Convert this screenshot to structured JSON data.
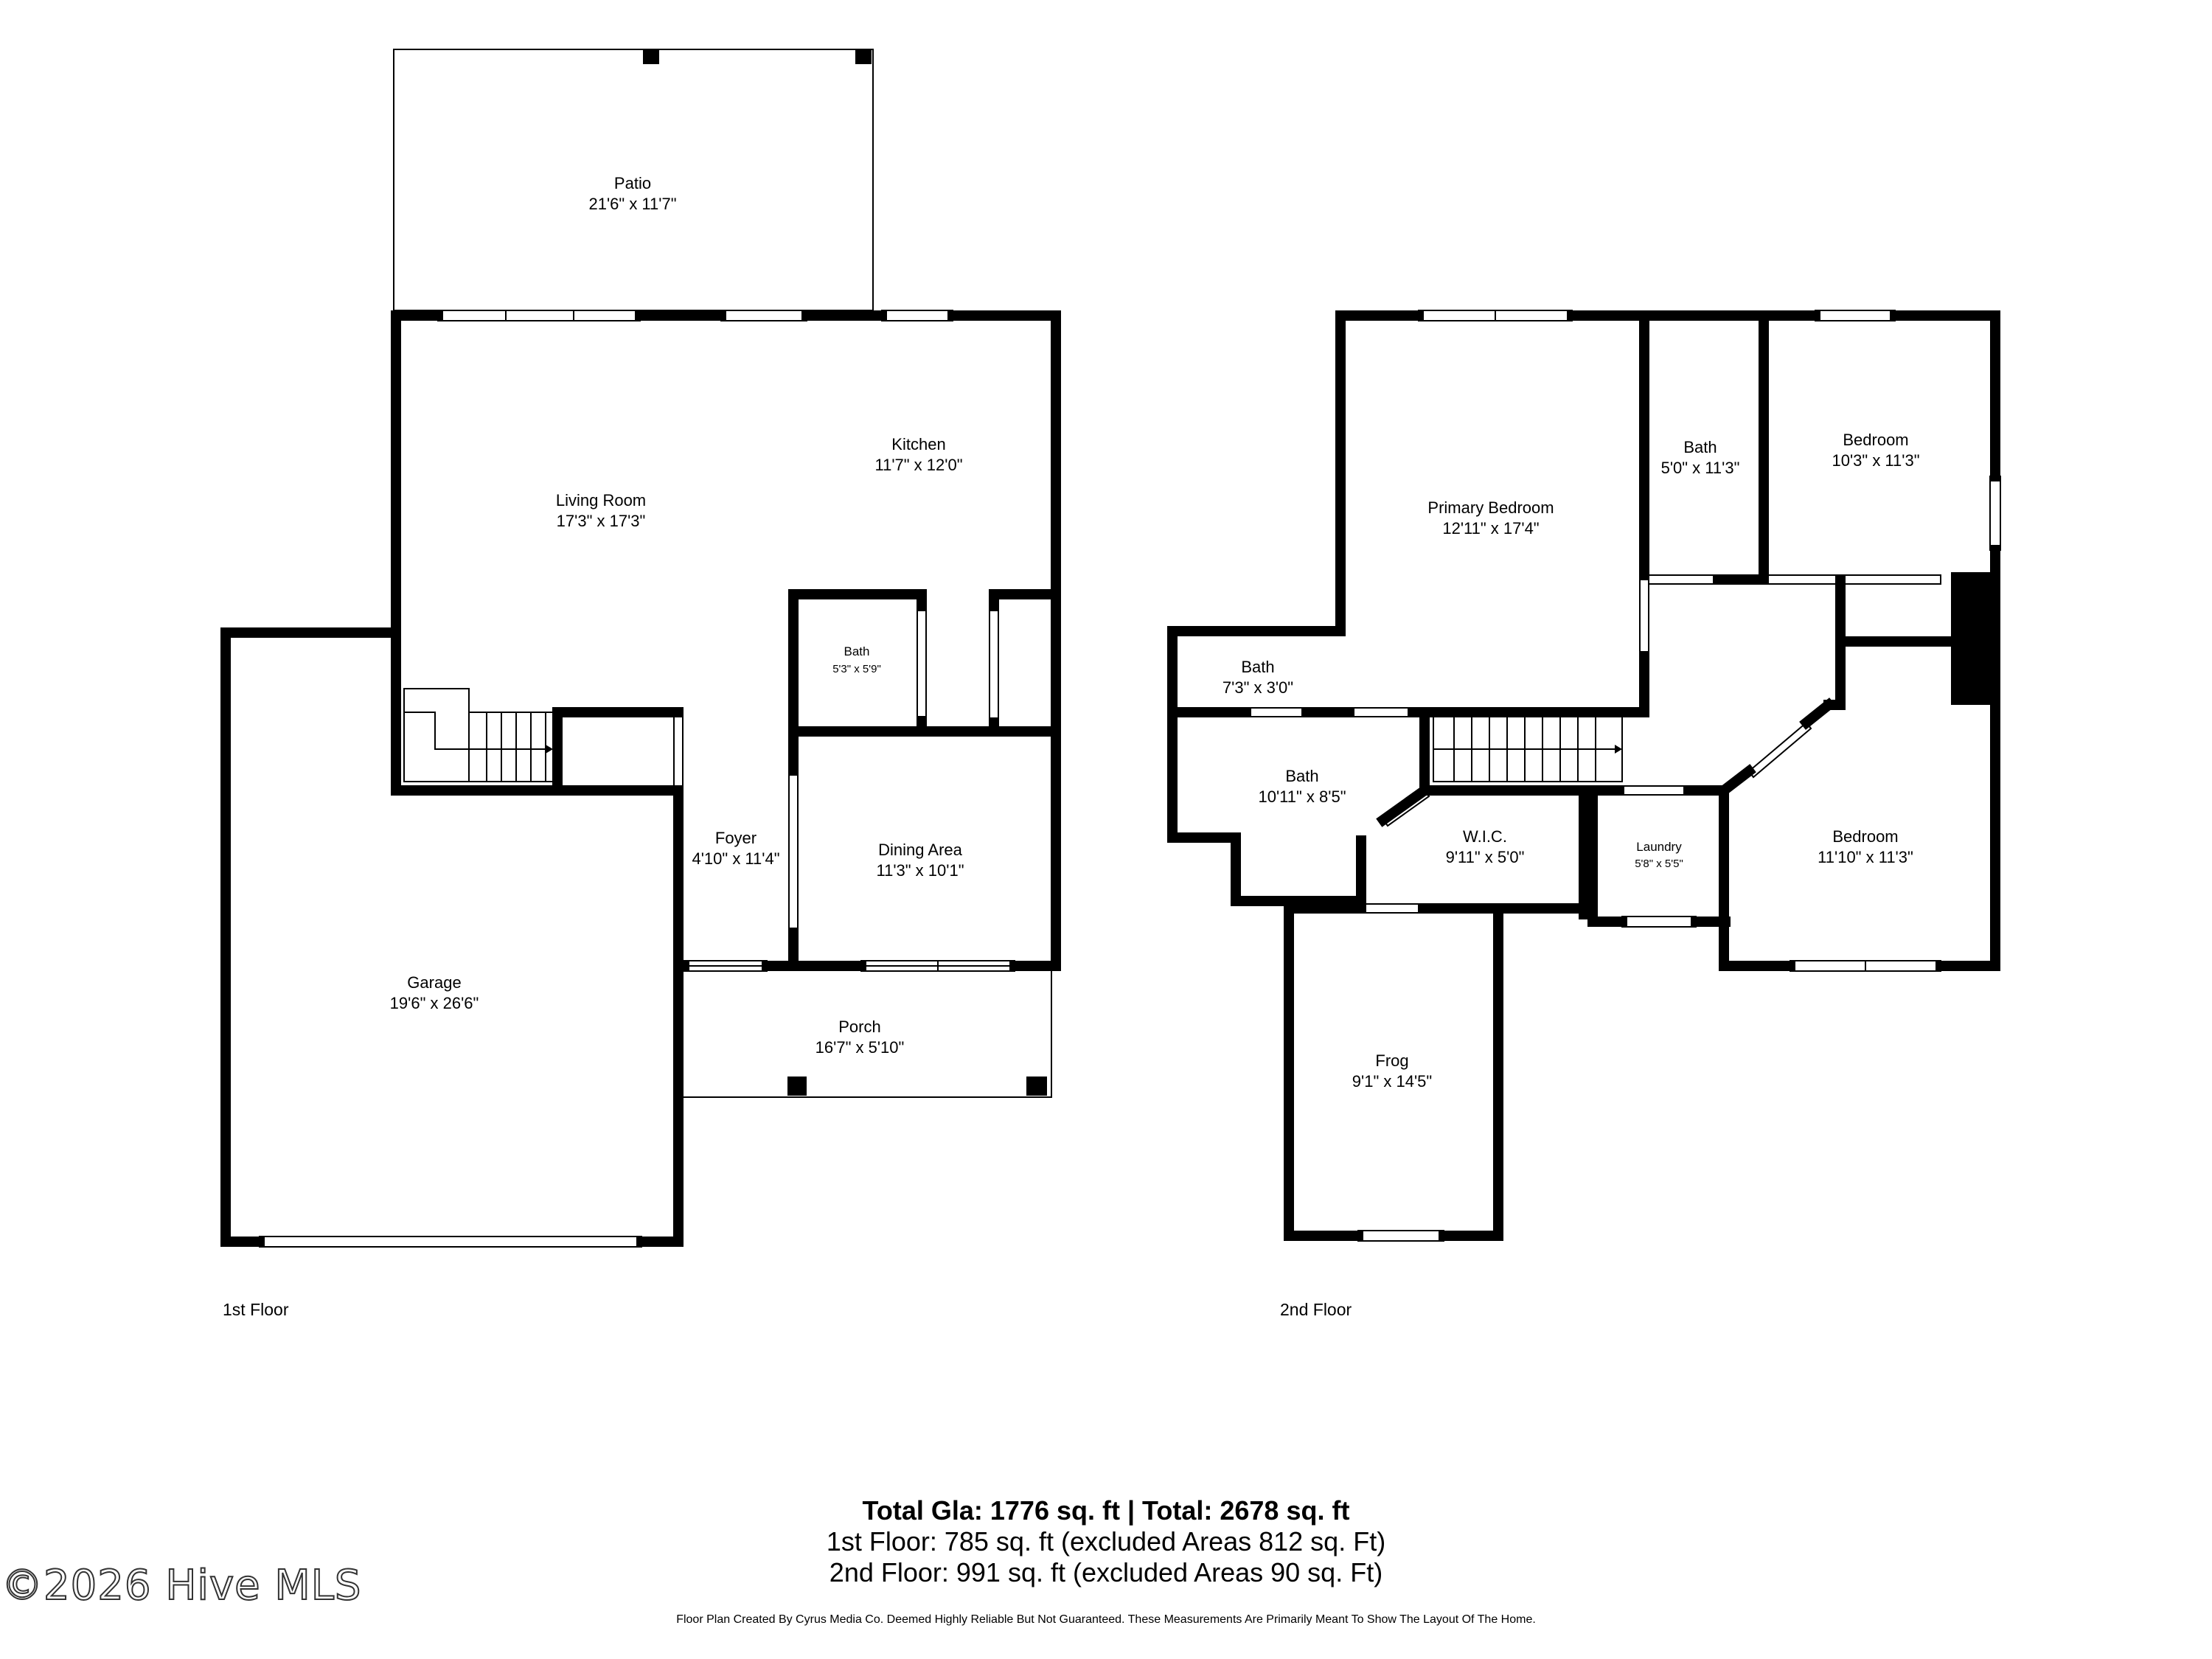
{
  "floors": [
    {
      "label": "1st Floor",
      "rooms": [
        {
          "name": "Patio",
          "dims": "21'6\" x 11'7\""
        },
        {
          "name": "Living Room",
          "dims": "17'3\" x 17'3\""
        },
        {
          "name": "Kitchen",
          "dims": "11'7\" x 12'0\""
        },
        {
          "name": "Bath",
          "dims": "5'3\" x 5'9\""
        },
        {
          "name": "Foyer",
          "dims": "4'10\" x 11'4\""
        },
        {
          "name": "Dining Area",
          "dims": "11'3\" x 10'1\""
        },
        {
          "name": "Garage",
          "dims": "19'6\" x 26'6\""
        },
        {
          "name": "Porch",
          "dims": "16'7\" x 5'10\""
        }
      ]
    },
    {
      "label": "2nd Floor",
      "rooms": [
        {
          "name": "Primary Bedroom",
          "dims": "12'11\" x 17'4\""
        },
        {
          "name": "Bath",
          "dims": "5'0\" x 11'3\""
        },
        {
          "name": "Bedroom",
          "dims": "10'3\" x 11'3\""
        },
        {
          "name": "Bath",
          "dims": "7'3\" x 3'0\""
        },
        {
          "name": "Bath",
          "dims": "10'11\" x 8'5\""
        },
        {
          "name": "W.I.C.",
          "dims": "9'11\" x 5'0\""
        },
        {
          "name": "Laundry",
          "dims": "5'8\" x 5'5\""
        },
        {
          "name": "Bedroom",
          "dims": "11'10\" x 11'3\""
        },
        {
          "name": "Frog",
          "dims": "9'1\" x 14'5\""
        }
      ]
    }
  ],
  "summary": {
    "total": "Total Gla: 1776 sq. ft | Total: 2678 sq. ft",
    "floor1": "1st Floor: 785 sq. ft (excluded Areas 812 sq. Ft)",
    "floor2": "2nd Floor: 991 sq. ft (excluded Areas 90 sq. Ft)"
  },
  "disclaimer": "Floor Plan Created By Cyrus Media Co. Deemed Highly Reliable But Not Guaranteed. These Measurements Are Primarily Meant To Show The Layout Of The Home.",
  "watermark": "©2026 Hive MLS"
}
